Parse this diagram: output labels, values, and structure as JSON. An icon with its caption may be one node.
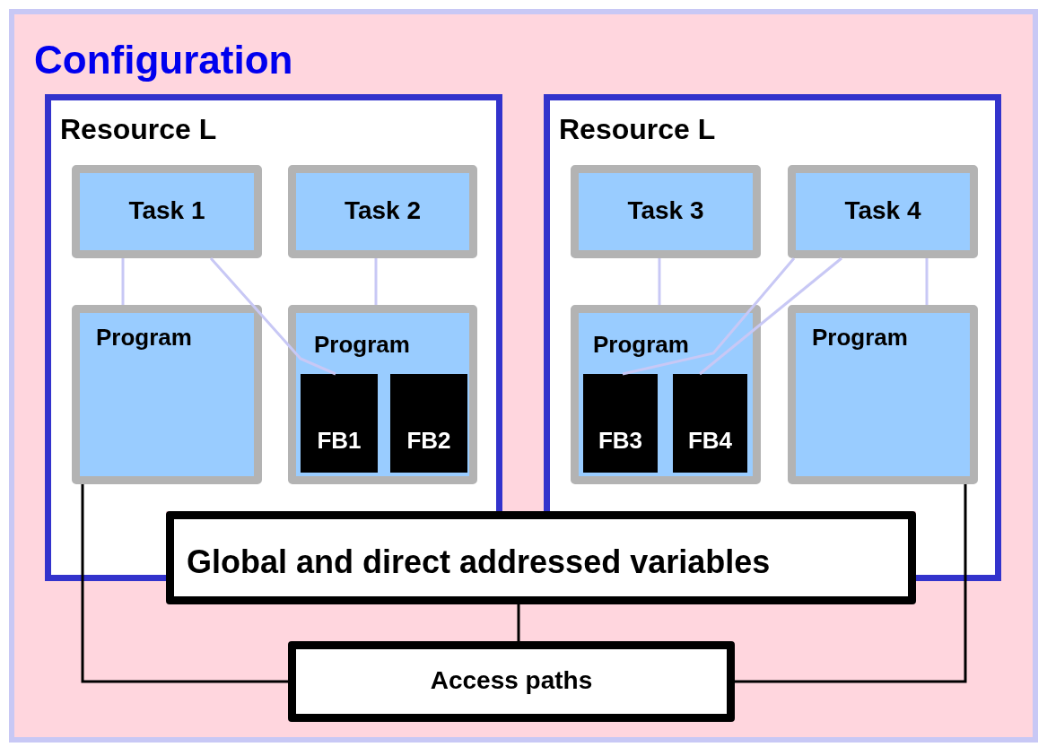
{
  "diagram": {
    "nodes": [
      {
        "text": [
          "Configuration"
        ]
      },
      {
        "text": [
          "Resource L"
        ],
        "in": 0
      },
      {
        "text": [
          "Task 1"
        ],
        "in": 1
      },
      {
        "text": [
          "Task 2"
        ],
        "in": 1
      },
      {
        "text": [
          "Program"
        ],
        "in": 1
      },
      {
        "text": [
          "Program"
        ],
        "in": 1
      },
      {
        "text": [
          "FB1"
        ],
        "in": 5
      },
      {
        "text": [
          "FB2"
        ],
        "in": 5
      },
      {
        "text": [
          "Resource L"
        ],
        "in": 0
      },
      {
        "text": [
          "Task 3"
        ],
        "in": 8
      },
      {
        "text": [
          "Task 4"
        ],
        "in": 8
      },
      {
        "text": [
          "Program"
        ],
        "in": 8
      },
      {
        "text": [
          "FB3"
        ],
        "in": 11
      },
      {
        "text": [
          "FB4"
        ],
        "in": 11
      },
      {
        "text": [
          "Program"
        ],
        "in": 8
      },
      {
        "text": [
          "Global and direct addressed variables"
        ],
        "in": 0
      },
      {
        "text": [
          "Access paths"
        ],
        "in": 0
      }
    ],
    "edges": [
      {
        "from": 2,
        "to": 4,
        "arrow": "none"
      },
      {
        "from": 2,
        "to": 6,
        "arrow": "none"
      },
      {
        "from": 3,
        "to": 5,
        "arrow": "none"
      },
      {
        "from": 9,
        "to": 11,
        "arrow": "none"
      },
      {
        "from": 10,
        "to": 12,
        "arrow": "none"
      },
      {
        "from": 10,
        "to": 13,
        "arrow": "none"
      },
      {
        "from": 10,
        "to": 14,
        "arrow": "none"
      },
      {
        "from": 15,
        "to": 16,
        "arrow": "none",
        "color": "#000000"
      },
      {
        "from": 4,
        "to": 16,
        "arrow": "none",
        "color": "#000000"
      },
      {
        "from": 14,
        "to": 16,
        "arrow": "none",
        "color": "#000000"
      }
    ]
  }
}
